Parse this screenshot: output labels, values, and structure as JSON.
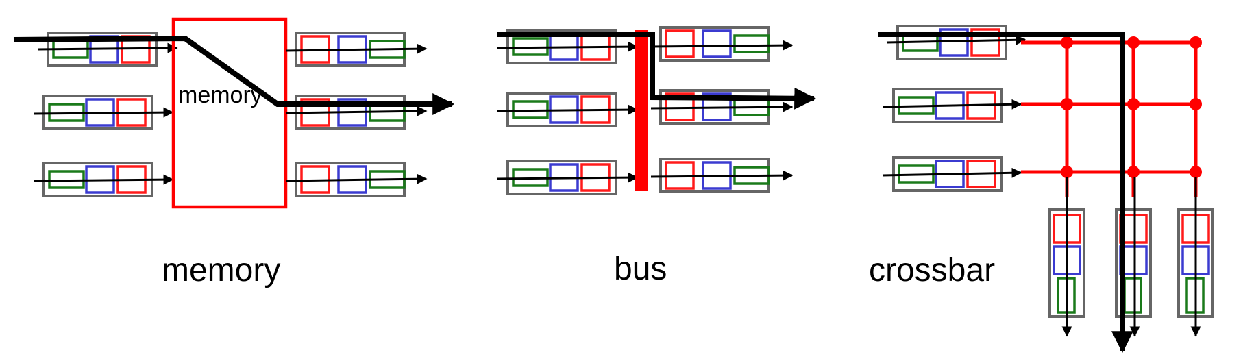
{
  "labels": {
    "memory_inside": "memory",
    "memory_caption": "memory",
    "bus_caption": "bus",
    "crossbar_caption": "crossbar"
  },
  "colors": {
    "port_frame": "#666666",
    "packet_green": "#1a7a1a",
    "packet_blue": "#3b3bd0",
    "packet_red": "#ff1a1a",
    "fabric_red": "#ff0000",
    "path_black": "#000000"
  },
  "icons": {
    "packet_order": [
      "green",
      "blue",
      "red"
    ],
    "arrow": "arrowhead"
  }
}
